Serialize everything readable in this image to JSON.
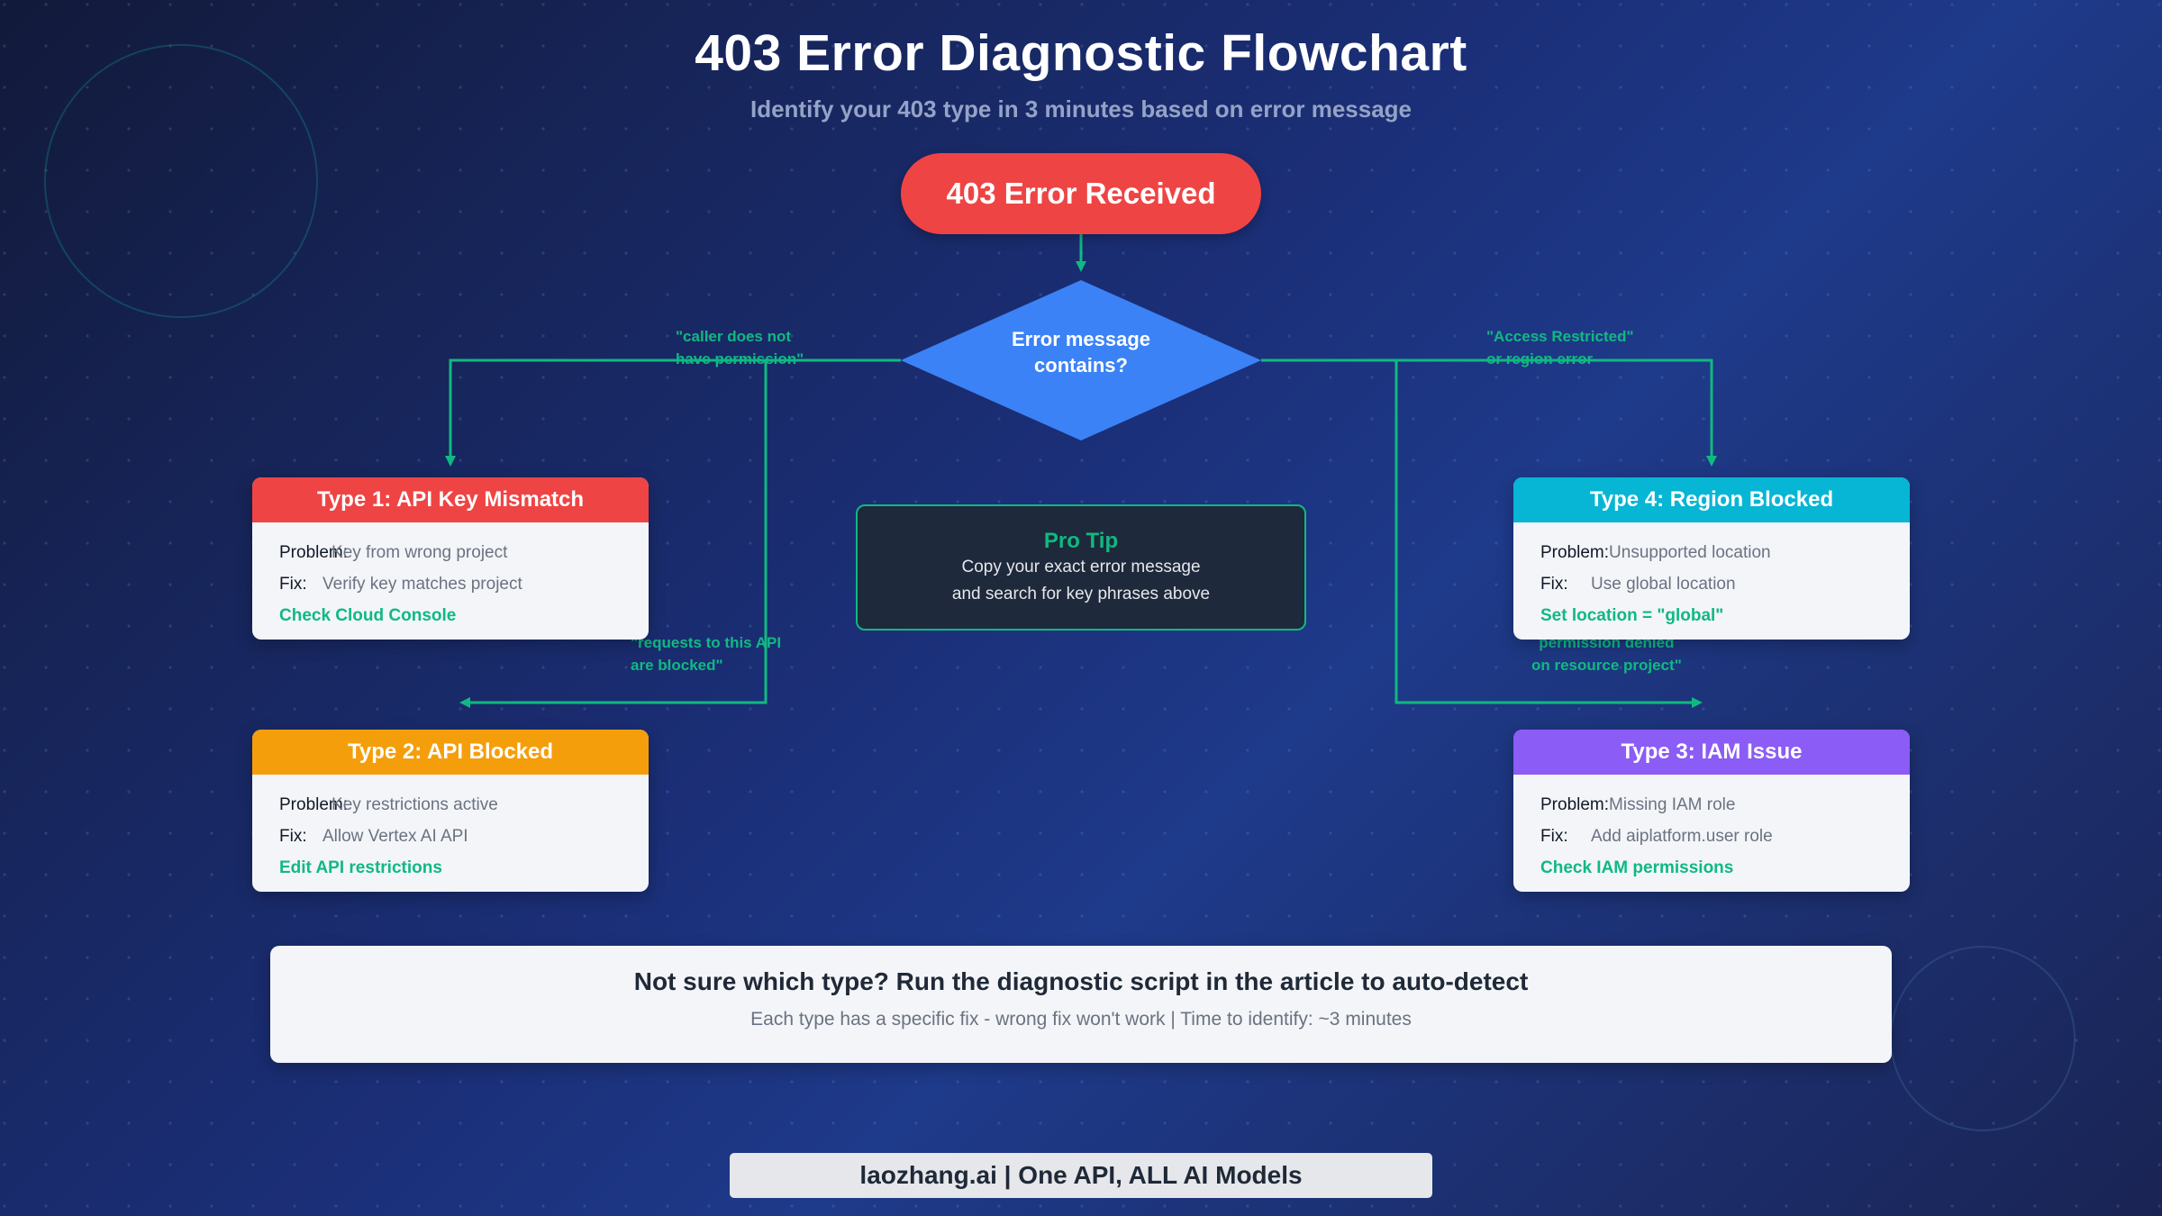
{
  "header": {
    "title": "403 Error Diagnostic Flowchart",
    "subtitle": "Identify your 403 type in 3 minutes based on error message"
  },
  "start_node": {
    "label": "403 Error Received"
  },
  "decision": {
    "line1": "Error message",
    "line2": "contains?"
  },
  "branches": {
    "caller": [
      "\"caller does not",
      "have permission\""
    ],
    "requests": [
      "\"requests to this API",
      "are blocked\""
    ],
    "access": [
      "\"Access Restricted\"",
      "or region error"
    ],
    "permission": [
      "permission denied",
      "on resource project\""
    ]
  },
  "cards": {
    "type1": {
      "title": "Type 1: API Key Mismatch",
      "color": "#ef4444",
      "problem_label": "Problem:",
      "problem": "Key from wrong project",
      "fix_label": "Fix:",
      "fix": "Verify key matches project",
      "action": "Check Cloud Console"
    },
    "type2": {
      "title": "Type 2: API Blocked",
      "color": "#f59e0b",
      "problem_label": "Problem:",
      "problem": "Key restrictions active",
      "fix_label": "Fix:",
      "fix": "Allow Vertex AI API",
      "action": "Edit API restrictions"
    },
    "type3": {
      "title": "Type 3: IAM Issue",
      "color": "#8b5cf6",
      "problem_label": "Problem:",
      "problem": "Missing IAM role",
      "fix_label": "Fix:",
      "fix": "Add aiplatform.user role",
      "action": "Check IAM permissions"
    },
    "type4": {
      "title": "Type 4: Region Blocked",
      "color": "#06b6d4",
      "problem_label": "Problem:",
      "problem": "Unsupported location",
      "fix_label": "Fix:",
      "fix": "Use global location",
      "action": "Set location = \"global\""
    }
  },
  "pro_tip": {
    "title": "Pro Tip",
    "line1": "Copy your exact error message",
    "line2": "and search for key phrases above"
  },
  "bottom": {
    "title": "Not sure which type? Run the diagnostic script in the article to auto-detect",
    "subtitle": "Each type has a specific fix - wrong fix won't work | Time to identify: ~3 minutes"
  },
  "brand": "laozhang.ai | One API, ALL AI Models",
  "colors": {
    "connector": "#10b981",
    "decision": "#3b82f6"
  }
}
